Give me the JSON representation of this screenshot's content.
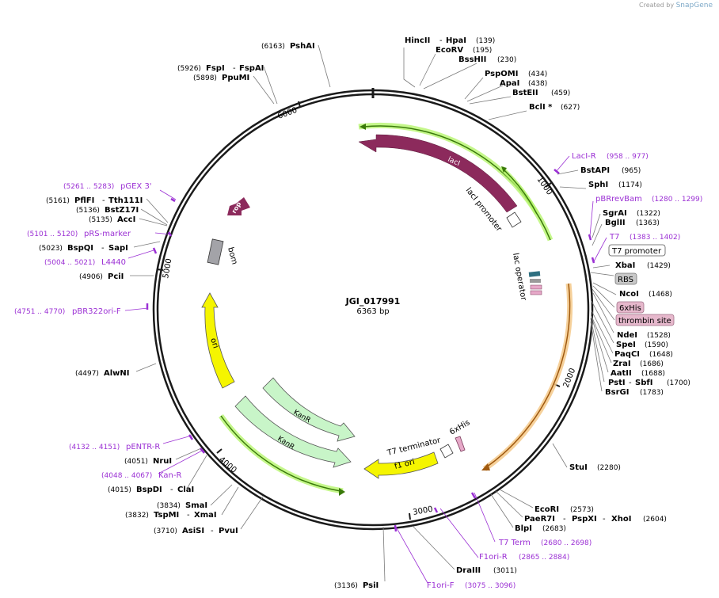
{
  "credit": {
    "prefix": "Created by",
    "brand": "SnapGene"
  },
  "plasmid": {
    "name": "JGI_017991",
    "size": "6363 bp"
  },
  "ticks": [
    "1000",
    "2000",
    "3000",
    "4000",
    "5000",
    "6000"
  ],
  "features": [
    {
      "label": "lacI",
      "kind": "cds"
    },
    {
      "label": "lacI promoter",
      "kind": "promoter"
    },
    {
      "label": "lac operator",
      "kind": "protein_bind"
    },
    {
      "label": "rop",
      "kind": "cds"
    },
    {
      "label": "bom",
      "kind": "misc"
    },
    {
      "label": "ori",
      "kind": "rep_origin"
    },
    {
      "label": "KanR",
      "kind": "cds"
    },
    {
      "label": "KanR",
      "kind": "cds"
    },
    {
      "label": "T7 terminator",
      "kind": "terminator"
    },
    {
      "label": "f1 ori",
      "kind": "rep_origin"
    },
    {
      "label": "6xHis",
      "kind": "cds"
    }
  ],
  "enzymes_right": [
    {
      "name": "HincII",
      "name2": "HpaI",
      "pos": "(139)"
    },
    {
      "name": "EcoRV",
      "pos": "(195)"
    },
    {
      "name": "BssHII",
      "pos": "(230)"
    },
    {
      "name": "PspOMI",
      "pos": "(434)"
    },
    {
      "name": "ApaI",
      "pos": "(438)"
    },
    {
      "name": "BstEII",
      "pos": "(459)"
    },
    {
      "name": "BclI *",
      "pos": "(627)"
    },
    {
      "name": "BstAPI",
      "pos": "(965)"
    },
    {
      "name": "SphI",
      "pos": "(1174)"
    },
    {
      "name": "SgrAI",
      "pos": "(1322)"
    },
    {
      "name": "BglII",
      "pos": "(1363)"
    },
    {
      "name": "XbaI",
      "pos": "(1429)"
    },
    {
      "name": "NcoI",
      "pos": "(1468)"
    },
    {
      "name": "NdeI",
      "pos": "(1528)"
    },
    {
      "name": "SpeI",
      "pos": "(1590)"
    },
    {
      "name": "PaqCI",
      "pos": "(1648)"
    },
    {
      "name": "ZraI",
      "pos": "(1686)"
    },
    {
      "name": "AatII",
      "pos": "(1688)"
    },
    {
      "name": "PstI",
      "name2": "SbfI",
      "pos": "(1700)"
    },
    {
      "name": "BsrGI",
      "pos": "(1783)"
    },
    {
      "name": "StuI",
      "pos": "(2280)"
    },
    {
      "name": "EcoRI",
      "pos": "(2573)"
    },
    {
      "name": "PaeR7I",
      "name2": "PspXI",
      "name3": "XhoI",
      "pos": "(2604)"
    },
    {
      "name": "BlpI",
      "pos": "(2683)"
    },
    {
      "name": "DraIII",
      "pos": "(3011)"
    },
    {
      "name": "PsiI",
      "pos": "(3136)"
    }
  ],
  "enzymes_left": [
    {
      "name": "PshAI",
      "pos": "(6163)"
    },
    {
      "name": "FspI",
      "name2": "FspAI",
      "pos": "(5926)"
    },
    {
      "name": "PpuMI",
      "pos": "(5898)"
    },
    {
      "name": "PflFI",
      "name2": "Tth111I",
      "pos": "(5161)"
    },
    {
      "name": "BstZ17I",
      "pos": "(5136)"
    },
    {
      "name": "AccI",
      "pos": "(5135)"
    },
    {
      "name": "BspQI",
      "name2": "SapI",
      "pos": "(5023)"
    },
    {
      "name": "PciI",
      "pos": "(4906)"
    },
    {
      "name": "AlwNI",
      "pos": "(4497)"
    },
    {
      "name": "NruI",
      "pos": "(4051)"
    },
    {
      "name": "BspDI",
      "name2": "ClaI",
      "pos": "(4015)"
    },
    {
      "name": "SmaI",
      "pos": "(3834)"
    },
    {
      "name": "TspMI",
      "name2": "XmaI",
      "pos": "(3832)"
    },
    {
      "name": "AsiSI",
      "name2": "PvuI",
      "pos": "(3710)"
    }
  ],
  "primers": [
    {
      "name": "LacI-R",
      "pos": "(958 .. 977)"
    },
    {
      "name": "pBRrevBam",
      "pos": "(1280 .. 1299)"
    },
    {
      "name": "T7",
      "pos": "(1383 .. 1402)"
    },
    {
      "name": "T7 Term",
      "pos": "(2680 .. 2698)"
    },
    {
      "name": "F1ori-R",
      "pos": "(2865 .. 2884)"
    },
    {
      "name": "F1ori-F",
      "pos": "(3075 .. 3096)"
    },
    {
      "name": "pGEX 3'",
      "pos": "(5261 .. 5283)"
    },
    {
      "name": "pRS-marker",
      "pos": "(5101 .. 5120)"
    },
    {
      "name": "L4440",
      "pos": "(5004 .. 5021)"
    },
    {
      "name": "pBR322ori-F",
      "pos": "(4751 .. 4770)"
    },
    {
      "name": "pENTR-R",
      "pos": "(4132 .. 4151)"
    },
    {
      "name": "Kan-R",
      "pos": "(4048 .. 4067)"
    }
  ],
  "boxed": [
    {
      "name": "T7 promoter",
      "style": "promoter"
    },
    {
      "name": "RBS",
      "style": "rbs"
    },
    {
      "name": "6xHis",
      "style": "his"
    },
    {
      "name": "thrombin site",
      "style": "thrombin"
    }
  ],
  "colors": {
    "backbone": "#1a1a1a",
    "lacI": "#8c2a5c",
    "rop": "#8c2a5c",
    "ori": "#f5f500",
    "kanR": "#c8f5c8",
    "bom": "#a3a3a8",
    "enzyme_text": "#000000",
    "primer": "#9b30d4",
    "promoter_glow": "#b7f56e",
    "cds_glow": "#f5c98a",
    "leader": "#7a7a7a"
  }
}
